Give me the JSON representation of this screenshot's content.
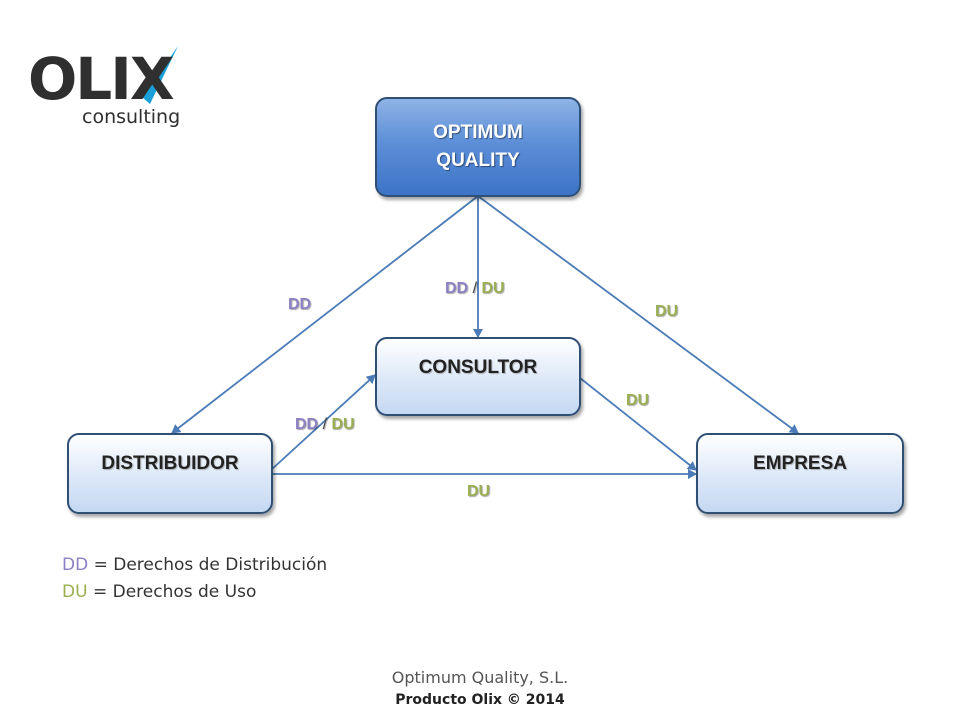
{
  "logo": {
    "name": "OLIX",
    "subtitle": "consulting"
  },
  "nodes": {
    "top": {
      "line1": "OPTIMUM",
      "line2": "QUALITY"
    },
    "consultor": "CONSULTOR",
    "distribuidor": "DISTRIBUIDOR",
    "empresa": "EMPRESA"
  },
  "edges": {
    "top_to_distribuidor": {
      "dd": "DD"
    },
    "top_to_consultor": {
      "dd": "DD",
      "sep": "/",
      "du": "DU"
    },
    "top_to_empresa": {
      "du": "DU"
    },
    "consultor_to_empresa": {
      "du": "DU"
    },
    "distribuidor_to_consultor": {
      "dd": "DD",
      "sep": "/",
      "du": "DU"
    },
    "distribuidor_to_empresa": {
      "du": "DU"
    }
  },
  "legend": [
    {
      "key": "DD",
      "text": " = Derechos de Distribución"
    },
    {
      "key": "DU",
      "text": " = Derechos de Uso"
    }
  ],
  "footer": {
    "line1": "Optimum Quality, S.L.",
    "line2": "Producto Olix © 2014"
  },
  "colors": {
    "dd": "#8e80c4",
    "du": "#9aaf52",
    "arrow": "#4a7bb7",
    "logo_accent": "#1aa0d8"
  }
}
